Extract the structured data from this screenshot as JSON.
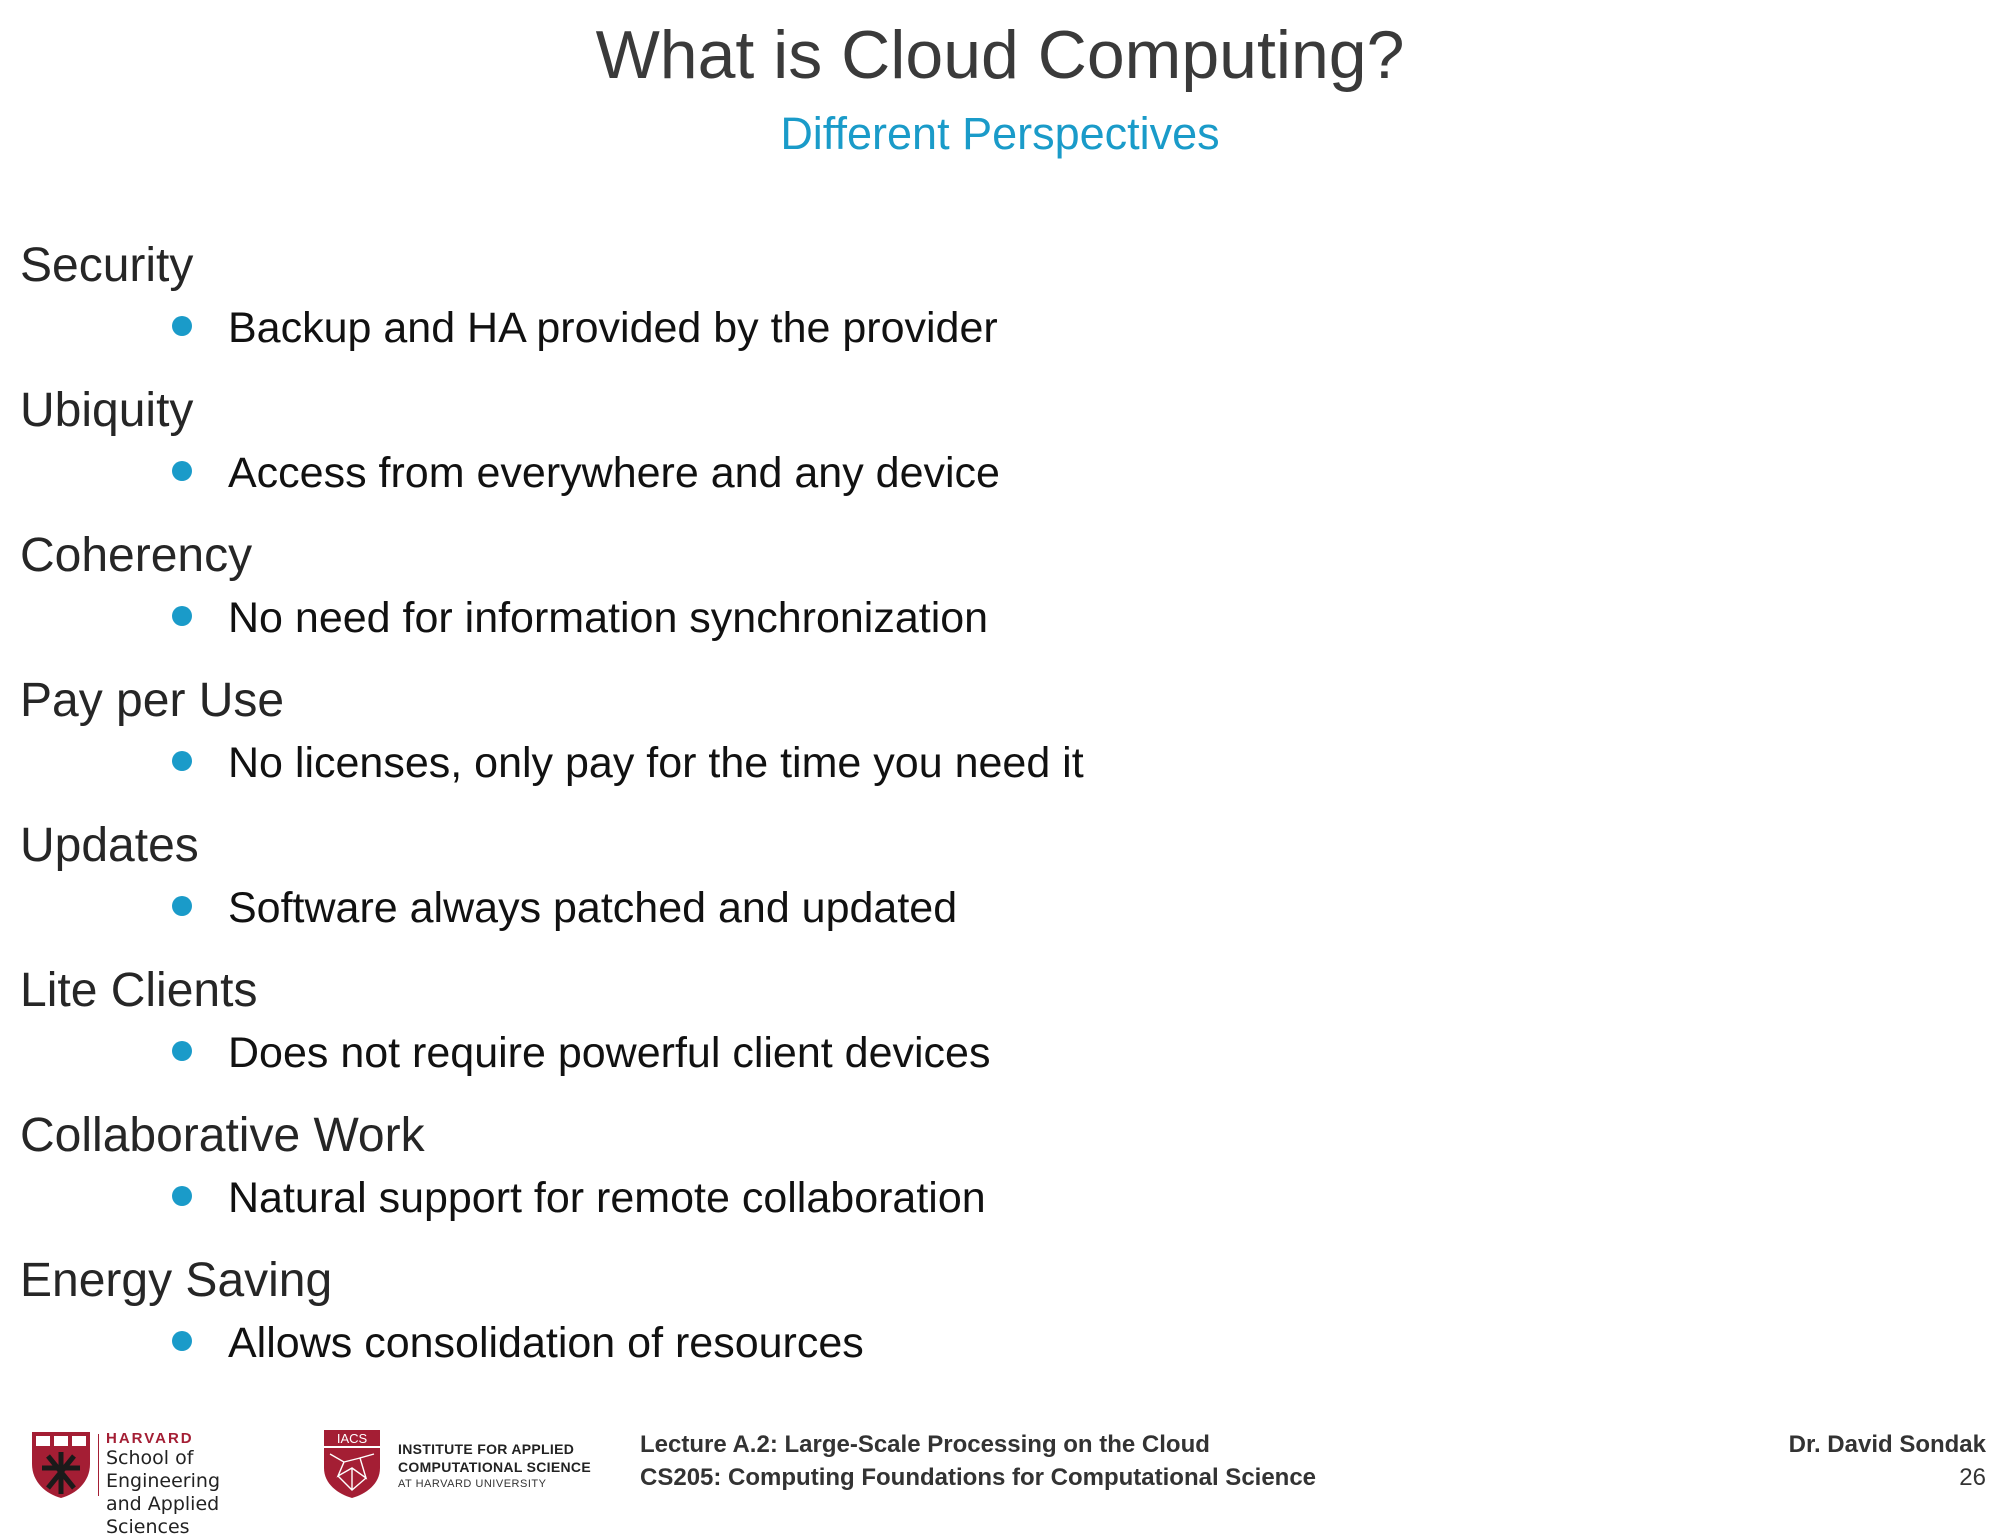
{
  "title": "What is Cloud Computing?",
  "subtitle": "Different Perspectives",
  "sections": [
    {
      "heading": "Security",
      "bullet": "Backup and HA provided by the provider"
    },
    {
      "heading": "Ubiquity",
      "bullet": "Access from everywhere and any device"
    },
    {
      "heading": "Coherency",
      "bullet": "No need for information synchronization"
    },
    {
      "heading": "Pay per Use",
      "bullet": "No licenses, only pay for the time you need it"
    },
    {
      "heading": "Updates",
      "bullet": "Software always patched and updated"
    },
    {
      "heading": "Lite Clients",
      "bullet": "Does not require powerful client devices"
    },
    {
      "heading": "Collaborative Work",
      "bullet": "Natural support for remote collaboration"
    },
    {
      "heading": "Energy Saving",
      "bullet": "Allows consolidation of resources"
    }
  ],
  "footer": {
    "seas_logo": {
      "harvard": "HARVARD",
      "line1": "School of Engineering",
      "line2": "and Applied Sciences"
    },
    "iacs_logo": {
      "mark": "IACS",
      "line1": "INSTITUTE FOR APPLIED",
      "line2": "COMPUTATIONAL SCIENCE",
      "line3": "AT HARVARD UNIVERSITY"
    },
    "lecture": "Lecture A.2: Large-Scale Processing on the Cloud",
    "course": "CS205: Computing Foundations for Computational Science",
    "author": "Dr. David Sondak",
    "page": "26"
  },
  "colors": {
    "accent": "#1a9bc9",
    "harvard_crimson": "#a41e34"
  }
}
